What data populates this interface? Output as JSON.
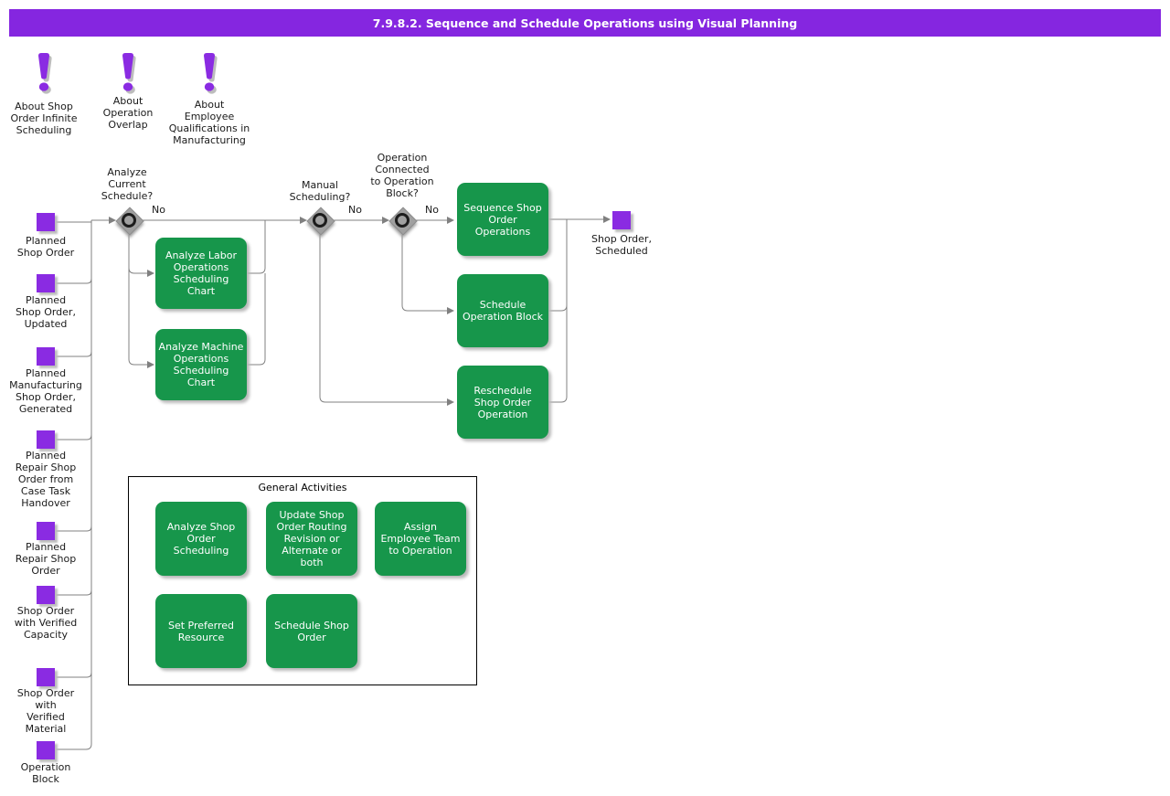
{
  "header": {
    "title": "7.9.8.2. Sequence and Schedule Operations using Visual Planning"
  },
  "colors": {
    "title_bar_purple": "#8526e0",
    "item_purple": "#8a2be2",
    "activity_green": "#17964b",
    "diamond_gray": "#a0a0a0",
    "connector_gray": "#808080"
  },
  "notes": [
    {
      "label": "About Shop\nOrder Infinite\nScheduling"
    },
    {
      "label": "About\nOperation\nOverlap"
    },
    {
      "label": "About\nEmployee\nQualifications in\nManufacturing"
    }
  ],
  "inputs": [
    {
      "label": "Planned\nShop Order"
    },
    {
      "label": "Planned\nShop Order,\nUpdated"
    },
    {
      "label": "Planned\nManufacturing\nShop Order,\nGenerated"
    },
    {
      "label": "Planned\nRepair Shop\nOrder from\nCase Task\nHandover"
    },
    {
      "label": "Planned\nRepair Shop\nOrder"
    },
    {
      "label": "Shop Order\nwith Verified\nCapacity"
    },
    {
      "label": "Shop Order\nwith\nVerified\nMaterial"
    },
    {
      "label": "Operation\nBlock"
    }
  ],
  "decisions": [
    {
      "question": "Analyze\nCurrent\nSchedule?",
      "branch_label": "No"
    },
    {
      "question": "Manual\nScheduling?",
      "branch_label": "No"
    },
    {
      "question": "Operation\nConnected\nto Operation\nBlock?",
      "branch_label": "No"
    }
  ],
  "activities": [
    {
      "label": "Analyze Labor\nOperations\nScheduling\nChart"
    },
    {
      "label": "Analyze Machine\nOperations\nScheduling\nChart"
    },
    {
      "label": "Sequence Shop\nOrder\nOperations"
    },
    {
      "label": "Schedule\nOperation Block"
    },
    {
      "label": "Reschedule\nShop Order\nOperation"
    }
  ],
  "output": {
    "label": "Shop Order,\nScheduled"
  },
  "general": {
    "title": "General Activities",
    "items": [
      {
        "label": "Analyze Shop\nOrder\nScheduling"
      },
      {
        "label": "Update Shop\nOrder Routing\nRevision or\nAlternate or\nboth"
      },
      {
        "label": "Assign\nEmployee Team\nto Operation"
      },
      {
        "label": "Set Preferred\nResource"
      },
      {
        "label": "Schedule Shop\nOrder"
      }
    ]
  }
}
